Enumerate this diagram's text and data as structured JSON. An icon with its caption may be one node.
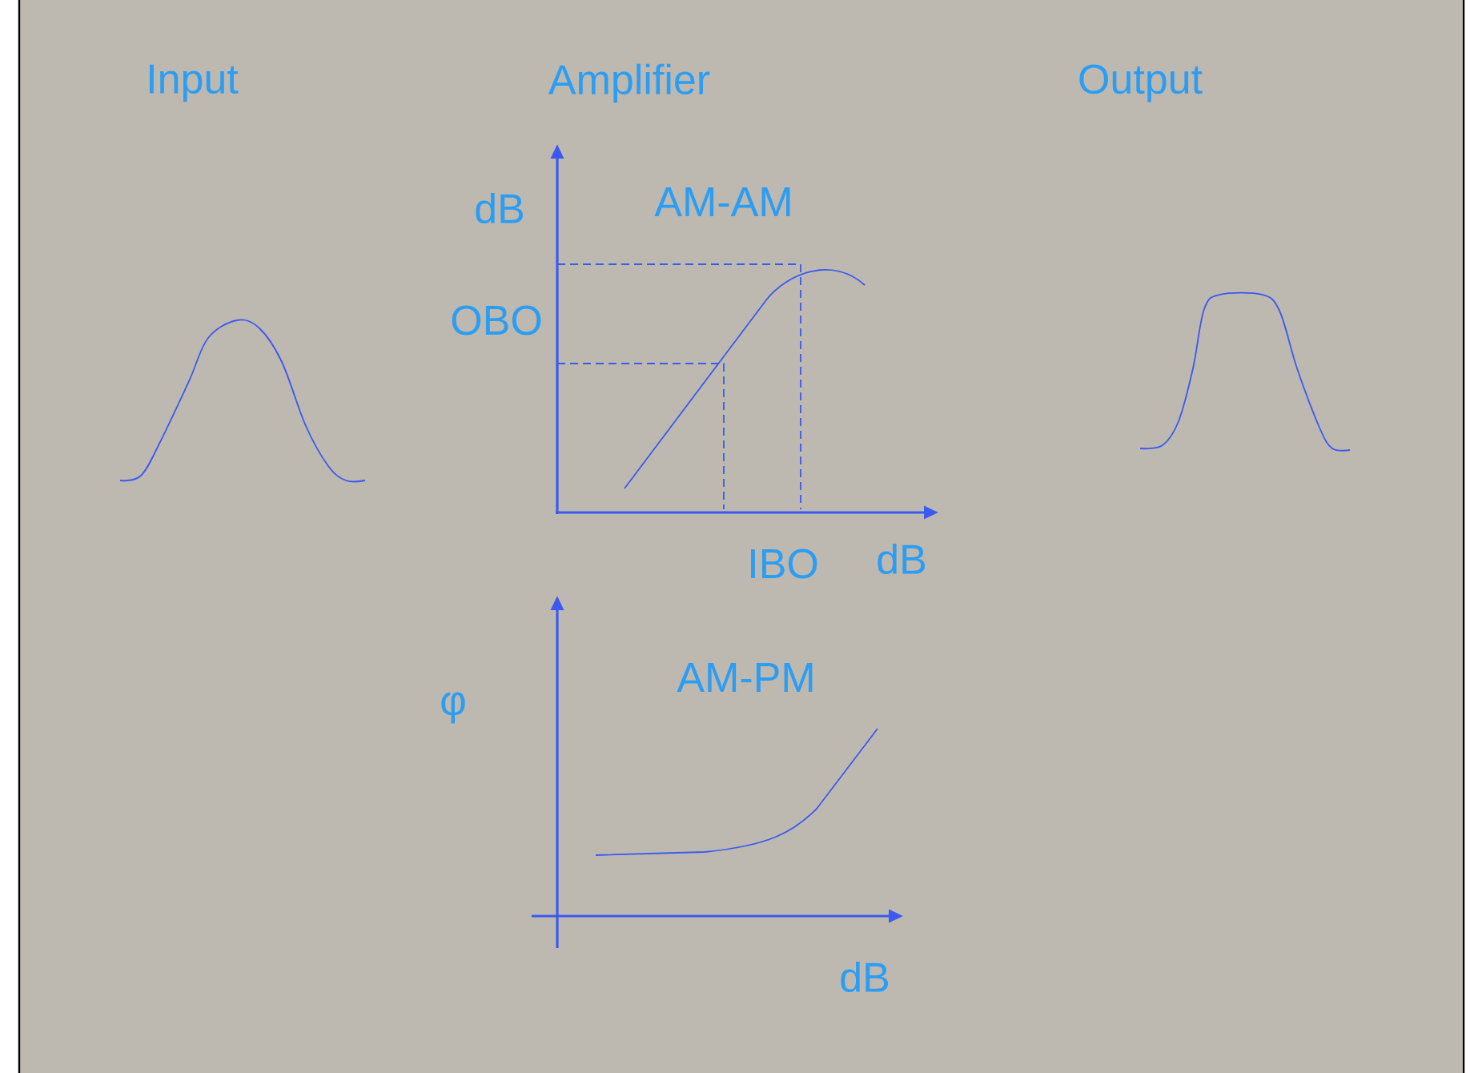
{
  "diagram": {
    "labels": [
      "Input",
      "Amplifier",
      "Output",
      "dB",
      "AM-AM",
      "OBO",
      "IBO",
      "dB",
      "AM-PM",
      "φ",
      "dB"
    ]
  }
}
